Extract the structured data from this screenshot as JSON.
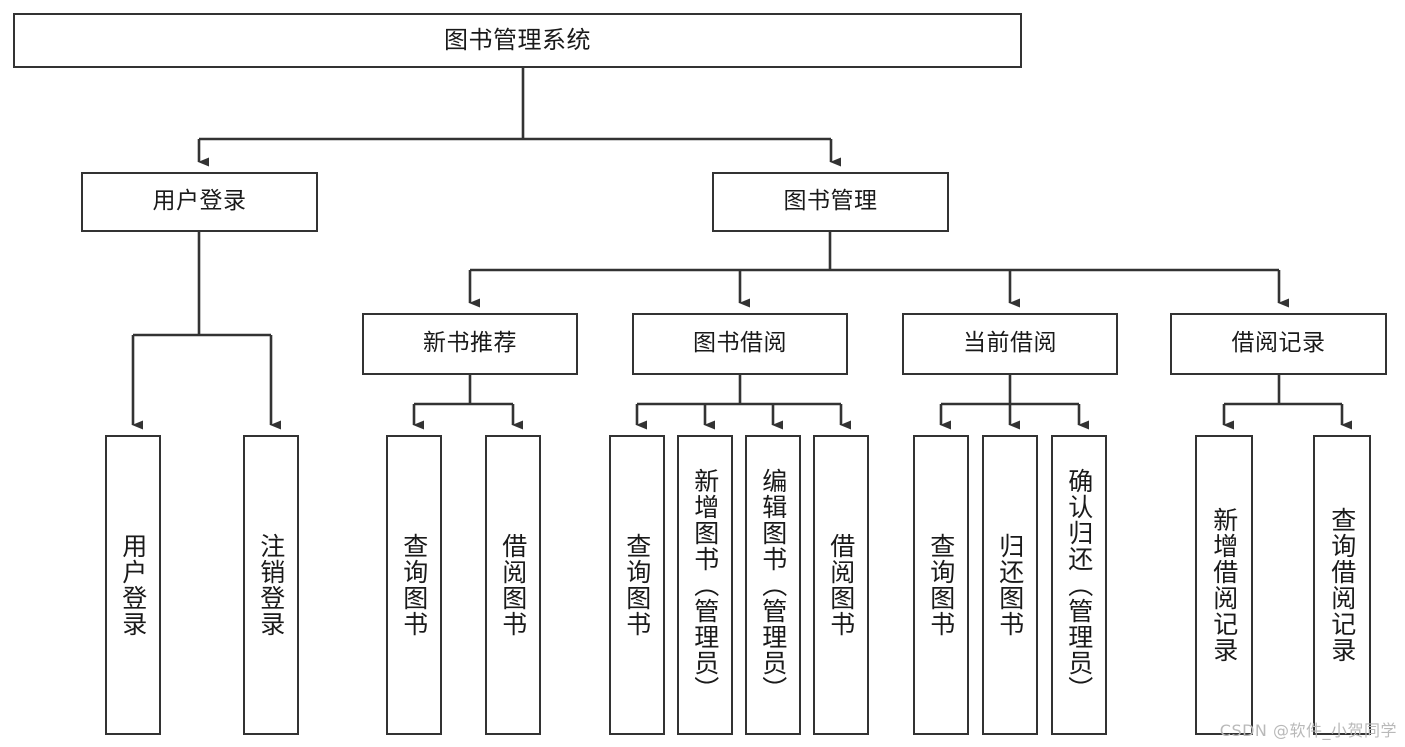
{
  "diagram": {
    "title": "图书管理系统",
    "type": "tree-hierarchy",
    "colors": {
      "box_border": "#333333",
      "box_fill": "#ffffff",
      "edge": "#333333",
      "text": "#1a1a1a",
      "watermark": "#b9b9b9",
      "background": "#ffffff"
    }
  },
  "nodes": {
    "root": {
      "label": "图书管理系统"
    },
    "level1": [
      {
        "id": "user-login",
        "label": "用户登录"
      },
      {
        "id": "book-manage",
        "label": "图书管理"
      }
    ],
    "level2": [
      {
        "id": "new-book-recommend",
        "label": "新书推荐"
      },
      {
        "id": "book-borrow",
        "label": "图书借阅"
      },
      {
        "id": "current-borrow",
        "label": "当前借阅"
      },
      {
        "id": "borrow-record",
        "label": "借阅记录"
      }
    ],
    "leaves": {
      "user_login": [
        {
          "id": "leaf-user-login",
          "label": "用户登录"
        },
        {
          "id": "leaf-logout-login",
          "label": "注销登录"
        }
      ],
      "new_book_recommend": [
        {
          "id": "leaf-query-book-1",
          "label": "查询图书"
        },
        {
          "id": "leaf-borrow-book-1",
          "label": "借阅图书"
        }
      ],
      "book_borrow": [
        {
          "id": "leaf-query-book-2",
          "label": "查询图书"
        },
        {
          "id": "leaf-add-book",
          "label": "新增图书（管理员）"
        },
        {
          "id": "leaf-edit-book",
          "label": "编辑图书（管理员）"
        },
        {
          "id": "leaf-borrow-book-2",
          "label": "借阅图书"
        }
      ],
      "current_borrow": [
        {
          "id": "leaf-query-book-3",
          "label": "查询图书"
        },
        {
          "id": "leaf-return-book",
          "label": "归还图书"
        },
        {
          "id": "leaf-confirm-return",
          "label": "确认归还（管理员）"
        }
      ],
      "borrow_record": [
        {
          "id": "leaf-add-record",
          "label": "新增借阅记录"
        },
        {
          "id": "leaf-query-record",
          "label": "查询借阅记录"
        }
      ]
    }
  },
  "watermark": {
    "text": "CSDN @软件_小贺同学"
  }
}
